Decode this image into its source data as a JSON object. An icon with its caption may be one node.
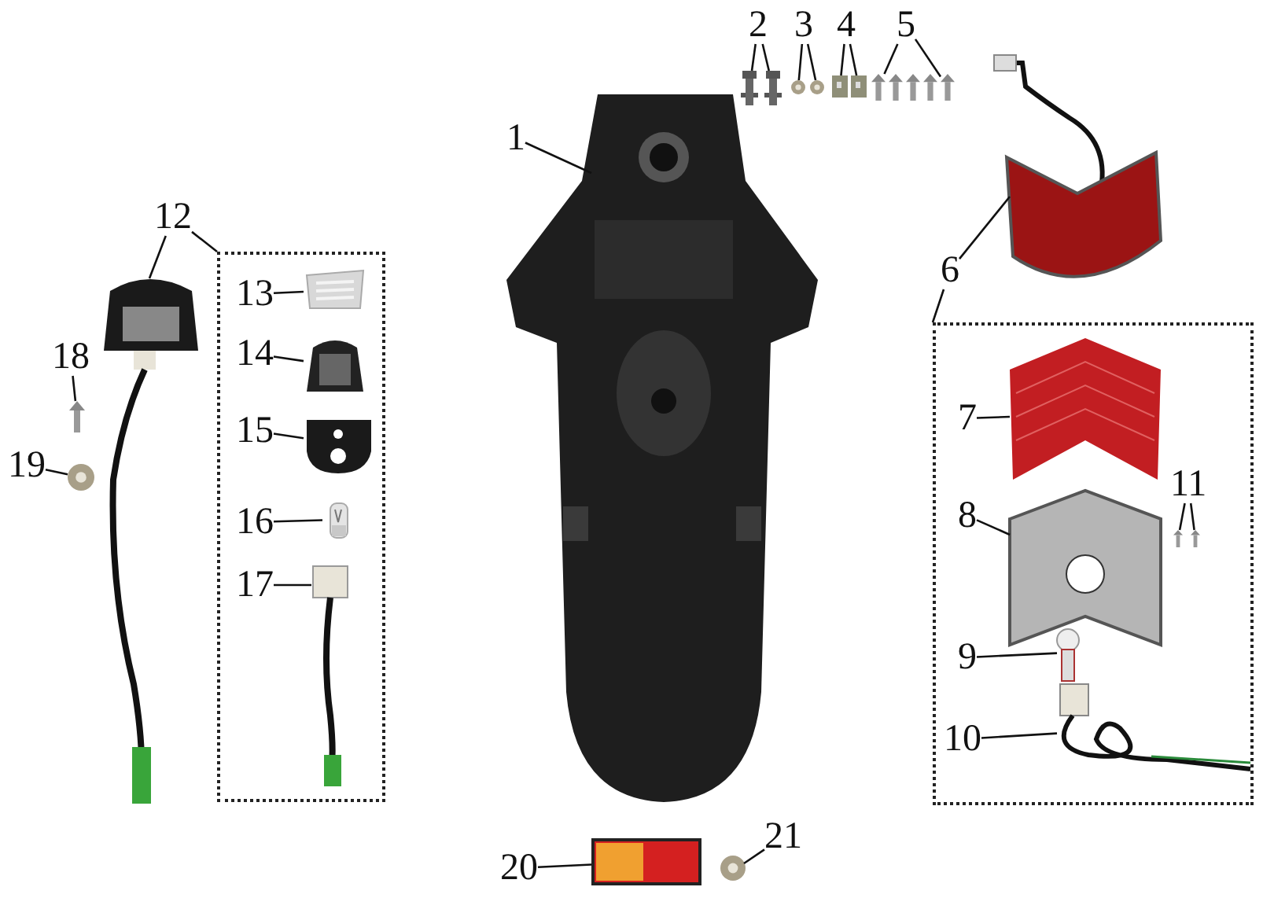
{
  "diagram": {
    "nodes": [
      {
        "text": [
          "1"
        ]
      },
      {
        "text": [],
        "shape": "picture"
      },
      {
        "text": [
          "2"
        ]
      },
      {
        "text": [],
        "shape": "picture"
      },
      {
        "text": [],
        "shape": "picture"
      },
      {
        "text": [
          "3"
        ]
      },
      {
        "text": [],
        "shape": "circle"
      },
      {
        "text": [],
        "shape": "circle"
      },
      {
        "text": [
          "4"
        ]
      },
      {
        "text": [],
        "shape": "picture"
      },
      {
        "text": [],
        "shape": "picture"
      },
      {
        "text": [
          "5"
        ]
      },
      {
        "text": [],
        "shape": "picture"
      },
      {
        "text": [],
        "shape": "picture"
      },
      {
        "text": [],
        "shape": "picture"
      },
      {
        "text": [],
        "shape": "picture"
      },
      {
        "text": [],
        "shape": "picture"
      },
      {
        "text": [
          "6"
        ]
      },
      {
        "text": [],
        "shape": "picture"
      },
      {
        "text": [],
        "shape": "box"
      },
      {
        "text": [
          "7"
        ],
        "in": 19
      },
      {
        "text": [],
        "shape": "picture",
        "in": 19
      },
      {
        "text": [
          "8"
        ],
        "in": 19
      },
      {
        "text": [],
        "shape": "picture",
        "in": 19
      },
      {
        "text": [
          "9"
        ],
        "in": 19
      },
      {
        "text": [],
        "shape": "picture",
        "in": 19
      },
      {
        "text": [
          "10"
        ],
        "in": 19
      },
      {
        "text": [],
        "shape": "picture",
        "in": 19
      },
      {
        "text": [
          "11"
        ],
        "in": 19
      },
      {
        "text": [],
        "shape": "picture",
        "in": 19
      },
      {
        "text": [],
        "shape": "picture",
        "in": 19
      },
      {
        "text": [
          "12"
        ]
      },
      {
        "text": [],
        "shape": "picture"
      },
      {
        "text": [],
        "shape": "box"
      },
      {
        "text": [
          "13"
        ],
        "in": 33
      },
      {
        "text": [],
        "shape": "picture",
        "in": 33
      },
      {
        "text": [
          "14"
        ],
        "in": 33
      },
      {
        "text": [],
        "shape": "picture",
        "in": 33
      },
      {
        "text": [
          "15"
        ],
        "in": 33
      },
      {
        "text": [],
        "shape": "picture",
        "in": 33
      },
      {
        "text": [
          "16"
        ],
        "in": 33
      },
      {
        "text": [],
        "shape": "picture",
        "in": 33
      },
      {
        "text": [
          "17"
        ],
        "in": 33
      },
      {
        "text": [],
        "shape": "picture",
        "in": 33
      },
      {
        "text": [
          "18"
        ]
      },
      {
        "text": [],
        "shape": "picture"
      },
      {
        "text": [
          "19"
        ]
      },
      {
        "text": [],
        "shape": "circle"
      },
      {
        "text": [
          "20"
        ]
      },
      {
        "text": [],
        "shape": "picture"
      },
      {
        "text": [
          "21"
        ]
      },
      {
        "text": [],
        "shape": "circle"
      }
    ],
    "edges": [
      {
        "from": 0,
        "to": 1,
        "arrow": "none"
      },
      {
        "from": 2,
        "to": 3,
        "arrow": "none"
      },
      {
        "from": 2,
        "to": 4,
        "arrow": "none"
      },
      {
        "from": 5,
        "to": 6,
        "arrow": "none"
      },
      {
        "from": 5,
        "to": 7,
        "arrow": "none"
      },
      {
        "from": 8,
        "to": 9,
        "arrow": "none"
      },
      {
        "from": 8,
        "to": 10,
        "arrow": "none"
      },
      {
        "from": 11,
        "to": 12,
        "arrow": "none"
      },
      {
        "from": 11,
        "to": 16,
        "arrow": "none"
      },
      {
        "from": 17,
        "to": 18,
        "arrow": "none"
      },
      {
        "from": 17,
        "to": 19,
        "arrow": "none"
      },
      {
        "from": 20,
        "to": 21,
        "arrow": "none"
      },
      {
        "from": 22,
        "to": 23,
        "arrow": "none"
      },
      {
        "from": 24,
        "to": 25,
        "arrow": "none"
      },
      {
        "from": 26,
        "to": 27,
        "arrow": "none"
      },
      {
        "from": 28,
        "to": 29,
        "arrow": "none"
      },
      {
        "from": 28,
        "to": 30,
        "arrow": "none"
      },
      {
        "from": 31,
        "to": 32,
        "arrow": "none"
      },
      {
        "from": 31,
        "to": 33,
        "arrow": "none"
      },
      {
        "from": 34,
        "to": 35,
        "arrow": "none"
      },
      {
        "from": 36,
        "to": 37,
        "arrow": "none"
      },
      {
        "from": 38,
        "to": 39,
        "arrow": "none"
      },
      {
        "from": 40,
        "to": 41,
        "arrow": "none"
      },
      {
        "from": 42,
        "to": 43,
        "arrow": "none"
      },
      {
        "from": 44,
        "to": 45,
        "arrow": "none"
      },
      {
        "from": 46,
        "to": 47,
        "arrow": "none"
      },
      {
        "from": 48,
        "to": 49,
        "arrow": "none"
      },
      {
        "from": 50,
        "to": 51,
        "arrow": "none"
      }
    ]
  }
}
